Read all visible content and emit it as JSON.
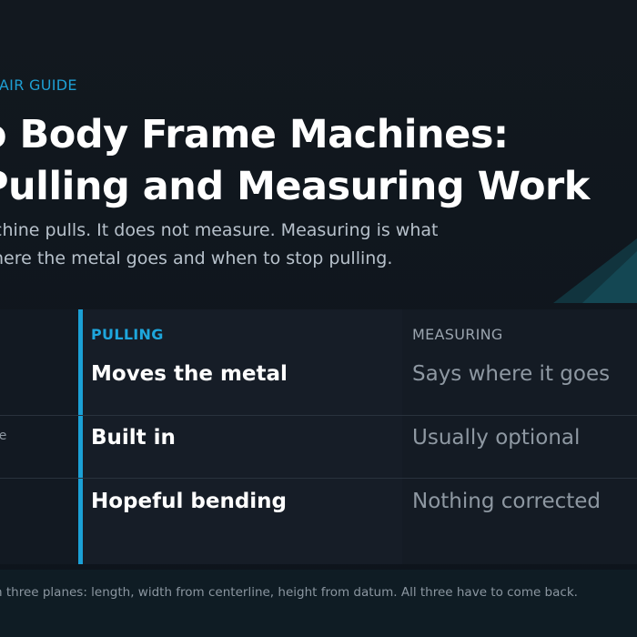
{
  "eyebrow": "PAIR GUIDE",
  "title": {
    "line1": "o Body Frame Machines:",
    "line2": " Pulling and Measuring Work"
  },
  "lede": {
    "line1": "chine pulls. It does not measure. Measuring is what",
    "line2": "here the metal goes and when to stop pulling."
  },
  "table": {
    "columns": {
      "pulling": "PULLING",
      "measuring": "MEASURING"
    },
    "rows": [
      {
        "label": "",
        "pulling": "Moves the metal",
        "measuring": "Says where it goes"
      },
      {
        "label": "ine",
        "pulling": "Built in",
        "measuring": "Usually optional"
      },
      {
        "label": "",
        "pulling": "Hopeful bending",
        "measuring": "Nothing corrected"
      }
    ]
  },
  "footer": "n three planes: length, width from centerline, height from datum. All three have to come back.",
  "colors": {
    "background": "#12181f",
    "accent": "#1ba0d6",
    "title": "#ffffff",
    "body_text": "#b7c1cb",
    "muted_text": "#8e98a2",
    "footer_bg": "#0f1c24"
  }
}
